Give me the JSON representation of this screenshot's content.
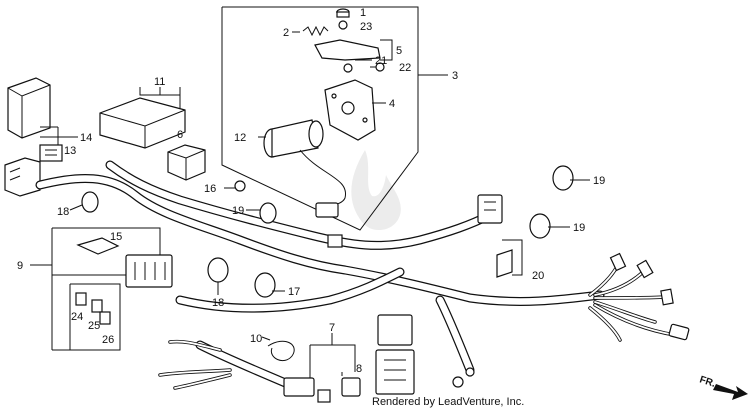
{
  "credit": "Rendered by LeadVenture, Inc.",
  "direction_label": "FR.",
  "callouts": {
    "c1": "1",
    "c2": "2",
    "c3": "3",
    "c4": "4",
    "c5": "5",
    "c6": "6",
    "c7": "7",
    "c8": "8",
    "c9": "9",
    "c10": "10",
    "c11": "11",
    "c12": "12",
    "c13": "13",
    "c14": "14",
    "c15": "15",
    "c16": "16",
    "c17": "17",
    "c18a": "18",
    "c18b": "18",
    "c19a": "19",
    "c19b": "19",
    "c19c": "19",
    "c20": "20",
    "c21": "21",
    "c22": "22",
    "c23": "23",
    "c24": "24",
    "c25": "25",
    "c26": "26"
  }
}
